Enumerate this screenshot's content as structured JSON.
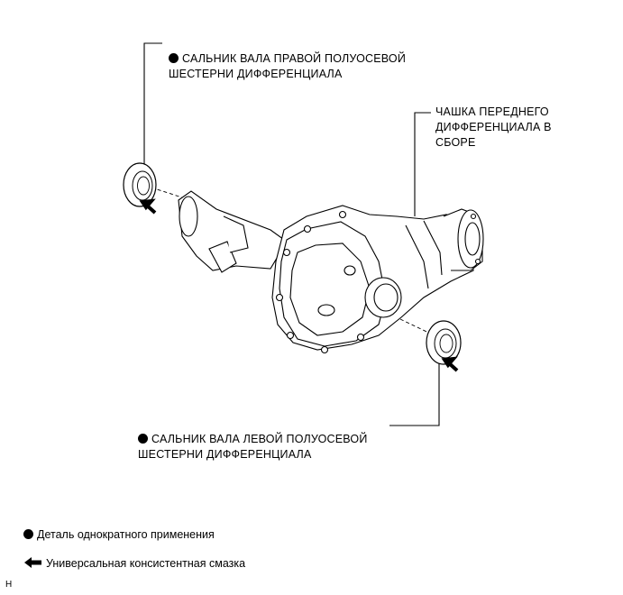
{
  "labels": {
    "right_seal": "САЛЬНИК ВАЛА ПРАВОЙ ПОЛУОСЕВОЙ\nШЕСТЕРНИ ДИФФЕРЕНЦИАЛА",
    "front_diff_carrier": "ЧАШКА ПЕРЕДНЕГО\nДИФФЕРЕНЦИАЛА В\nСБОРЕ",
    "left_seal": "САЛЬНИК ВАЛА ЛЕВОЙ ПОЛУОСЕВОЙ\nШЕСТЕРНИ ДИФФЕРЕНЦИАЛА"
  },
  "legend": {
    "non_reusable": "Деталь однократного применения",
    "grease": "Универсальная консистентная смазка"
  },
  "corner_mark": "H",
  "icons": {
    "non_reusable": "filled-circle-icon",
    "grease": "arrow-left-icon"
  }
}
